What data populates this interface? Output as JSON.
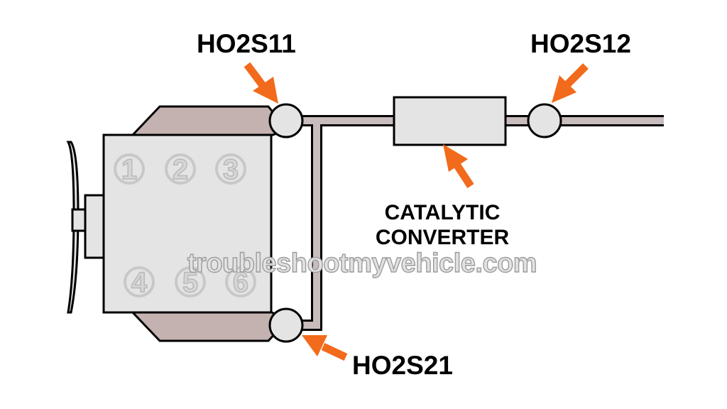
{
  "sensors": {
    "ho2s11": "HO2S11",
    "ho2s12": "HO2S12",
    "ho2s21": "HO2S21"
  },
  "catalytic_converter": {
    "line1": "CATALYTIC",
    "line2": "CONVERTER"
  },
  "cylinders": [
    "1",
    "2",
    "3",
    "4",
    "5",
    "6"
  ],
  "watermark": "troubleshootmyvehicle.com",
  "colors": {
    "pipe": "#c9bcbc",
    "manifold": "#c4b2b0",
    "engine_block": "#e4e4e4",
    "sensor": "#e4e4e4",
    "arrow": "#f26a1b",
    "outline": "#000000"
  }
}
